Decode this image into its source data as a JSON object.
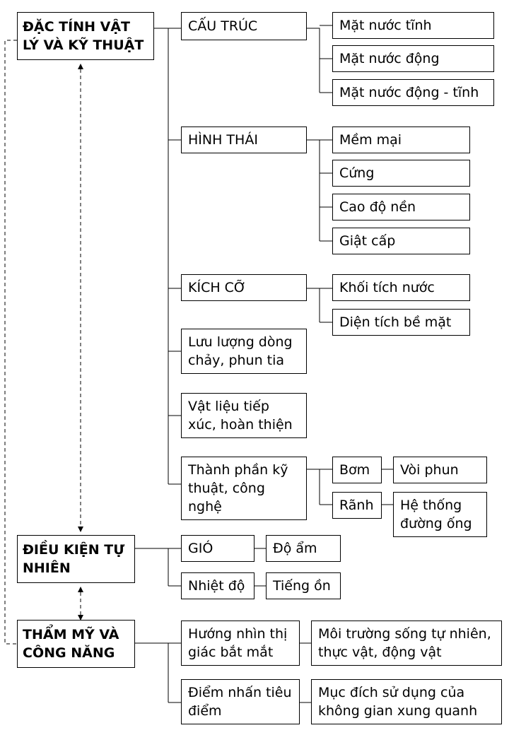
{
  "main": {
    "physical": "ĐẶC TÍNH VẬT LÝ VÀ KỸ THUẬT",
    "natural": "ĐIỀU KIỆN TỰ NHIÊN",
    "aesthetic": "THẨM MỸ VÀ CÔNG NĂNG"
  },
  "physical": {
    "structure": {
      "label": "CẤU TRÚC",
      "items": [
        "Mặt nước tĩnh",
        "Mặt nước động",
        "Mặt nước động - tĩnh"
      ]
    },
    "form": {
      "label": "HÌNH THÁI",
      "items": [
        "Mềm mại",
        "Cứng",
        "Cao độ nền",
        "Giật cấp"
      ]
    },
    "size": {
      "label": "KÍCH CỠ",
      "items": [
        "Khối tích nước",
        "Diện tích bề mặt"
      ]
    },
    "flow": "Lưu lượng dòng chảy, phun tia",
    "material": "Vật liệu tiếp xúc, hoàn thiện",
    "tech": {
      "label": "Thành phần kỹ thuật, công nghệ",
      "pump": "Bơm",
      "nozzle": "Vòi phun",
      "channel": "Rãnh",
      "pipes": "Hệ thống đường ống"
    }
  },
  "natural": {
    "wind": "GIÓ",
    "humidity": "Độ ẩm",
    "temperature": "Nhiệt độ",
    "noise": "Tiếng ồn"
  },
  "aesthetic": {
    "view": "Hướng nhìn thị giác bắt mắt",
    "environment": "Môi trường sống tự nhiên, thực vật, động vật",
    "focal": "Điểm nhấn tiêu điểm",
    "purpose": "Mục đích sử dụng của không gian xung quanh"
  }
}
